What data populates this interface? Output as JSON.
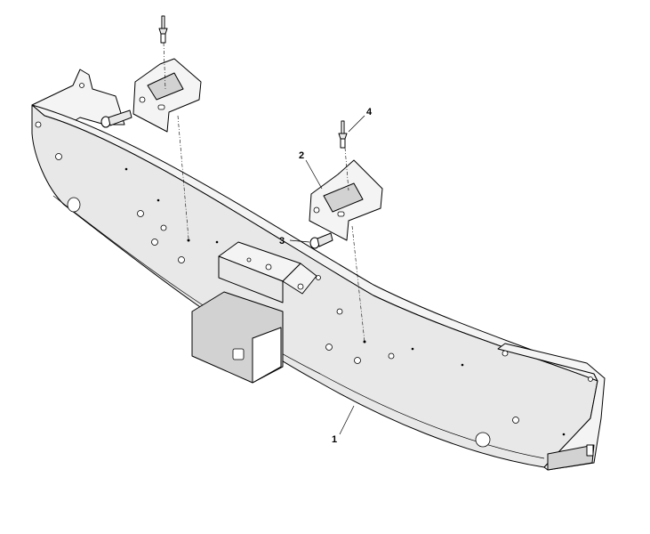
{
  "diagram": {
    "callouts": {
      "bumper_beam": "1",
      "bracket": "2",
      "bolt": "3",
      "rivet": "4"
    },
    "colors": {
      "line": "#000000",
      "part_fill": "#e8e8e8",
      "part_light": "#f4f4f4",
      "part_dark": "#d2d2d2",
      "background": "#ffffff"
    }
  }
}
